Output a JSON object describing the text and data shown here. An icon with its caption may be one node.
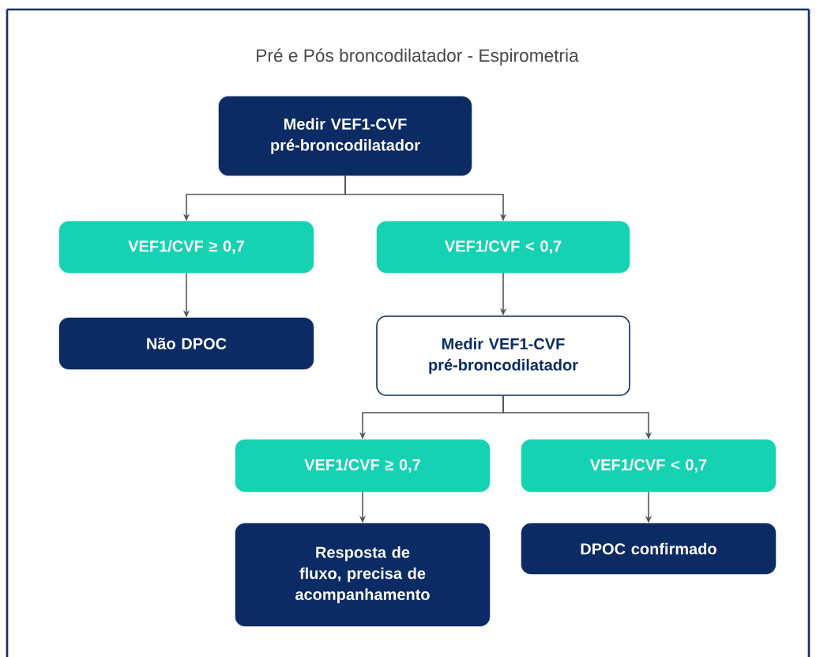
{
  "diagram": {
    "title": "Pré e Pós broncodilatador - Espirometria",
    "nodes": [
      {
        "text": [
          "Medir VEF1-CVF pré-broncodilatador"
        ]
      },
      {
        "text": [
          "VEF1/CVF ≥ 0,7"
        ]
      },
      {
        "text": [
          "VEF1/CVF < 0,7"
        ]
      },
      {
        "text": [
          "Não DPOC"
        ]
      },
      {
        "text": [
          "Medir VEF1-CVF pré-broncodilatador"
        ]
      },
      {
        "text": [
          "VEF1/CVF ≥ 0,7"
        ]
      },
      {
        "text": [
          "VEF1/CVF < 0,7"
        ]
      },
      {
        "text": [
          "Resposta de fluxo, precisa de acompanhamento"
        ]
      },
      {
        "text": [
          "DPOC confirmado"
        ]
      }
    ],
    "edges": [
      {
        "from": 0,
        "to": 1,
        "arrow": "to"
      },
      {
        "from": 0,
        "to": 2,
        "arrow": "to"
      },
      {
        "from": 1,
        "to": 3,
        "arrow": "to"
      },
      {
        "from": 2,
        "to": 4,
        "arrow": "to"
      },
      {
        "from": 4,
        "to": 5,
        "arrow": "to"
      },
      {
        "from": 4,
        "to": 6,
        "arrow": "to"
      },
      {
        "from": 5,
        "to": 7,
        "arrow": "to"
      },
      {
        "from": 6,
        "to": 8,
        "arrow": "to"
      }
    ]
  }
}
